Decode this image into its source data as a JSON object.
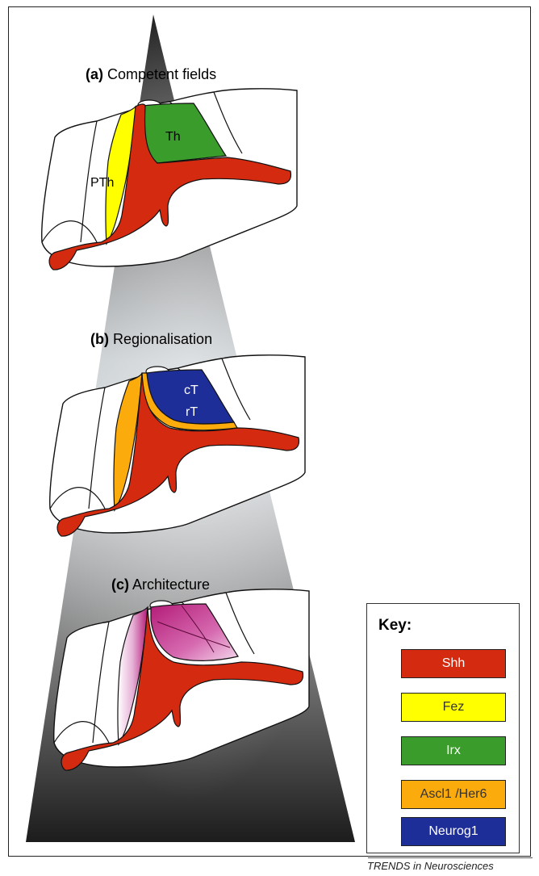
{
  "panels": [
    {
      "letter": "(a)",
      "title": "Competent fields",
      "labels": [
        "Th",
        "PTh"
      ]
    },
    {
      "letter": "(b)",
      "title": "Regionalisation",
      "labels": [
        "cT",
        "rT"
      ]
    },
    {
      "letter": "(c)",
      "title": "Architecture",
      "labels": []
    }
  ],
  "key": {
    "title": "Key:",
    "items": [
      {
        "label": "Shh",
        "color": "#d42a10",
        "text_color": "#ffffff"
      },
      {
        "label": "Fez",
        "color": "#ffff00",
        "text_color": "#333333"
      },
      {
        "label": "Irx",
        "color": "#3a9c2a",
        "text_color": "#ffffff"
      },
      {
        "label": "Ascl1 /Her6",
        "color": "#fbab0c",
        "text_color": "#333333"
      },
      {
        "label": "Neurog1",
        "color": "#1e2e98",
        "text_color": "#ffffff"
      }
    ]
  },
  "colors": {
    "shh": "#d42a10",
    "fez": "#ffff00",
    "irx": "#3a9c2a",
    "ascl1_her6": "#fbab0c",
    "neurog1": "#1e2e98",
    "architecture": "#c0297a"
  },
  "footer": "TRENDS in Neurosciences"
}
